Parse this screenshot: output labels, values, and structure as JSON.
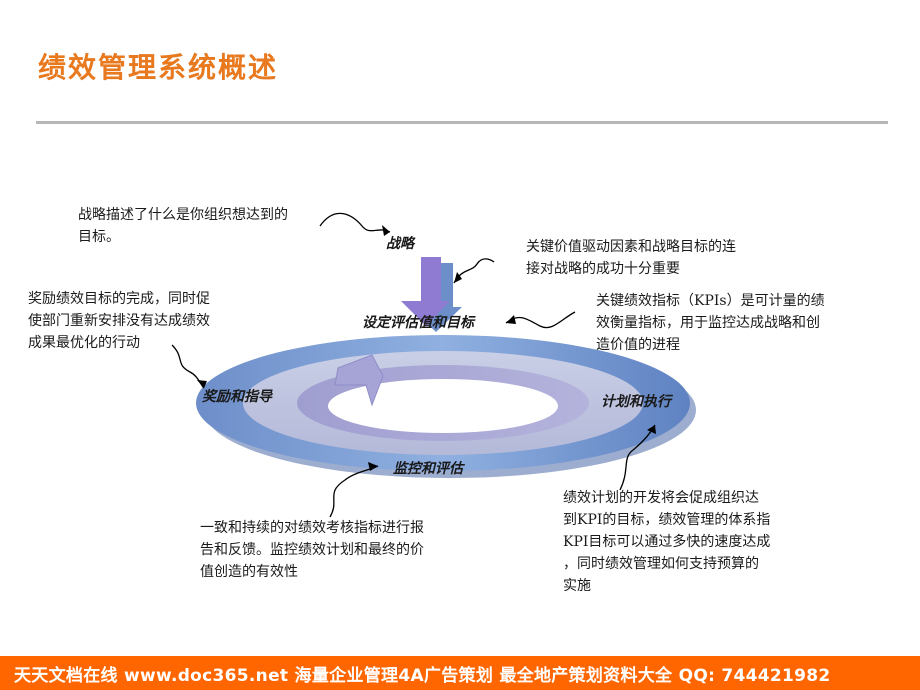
{
  "title": "绩效管理系统概述",
  "stages": {
    "strategy": "战略",
    "set_value": "设定评估值和目标",
    "reward": "奖励和指导",
    "plan": "计划和执行",
    "monitor": "监控和评估"
  },
  "notes": {
    "strategy": [
      "战略描述了什么是你组织想达到的",
      "目标。"
    ],
    "drivers": [
      "关键价值驱动因素和战略目标的连",
      "接对战略的成功十分重要"
    ],
    "reward": [
      "奖励绩效目标的完成，同时促",
      "使部门重新安排没有达成绩效",
      "成果最优化的行动"
    ],
    "kpi": [
      "关键绩效指标（KPIs）是可计量的绩",
      "效衡量指标，用于监控达成战略和创",
      "造价值的进程"
    ],
    "plan": [
      "绩效计划的开发将会促成组织达",
      "到KPI的目标，绩效管理的体系指",
      "KPI目标可以通过多快的速度达成",
      "，同时绩效管理如何支持预算的",
      "实施"
    ],
    "monitor": [
      "一致和持续的对绩效考核指标进行报",
      "告和反馈。监控绩效计划和最终的价",
      "值创造的有效性"
    ]
  },
  "footer": "天天文档在线 www.doc365.net 海量企业管理4A广告策划 最全地产策划资料大全 QQ: 744421982"
}
